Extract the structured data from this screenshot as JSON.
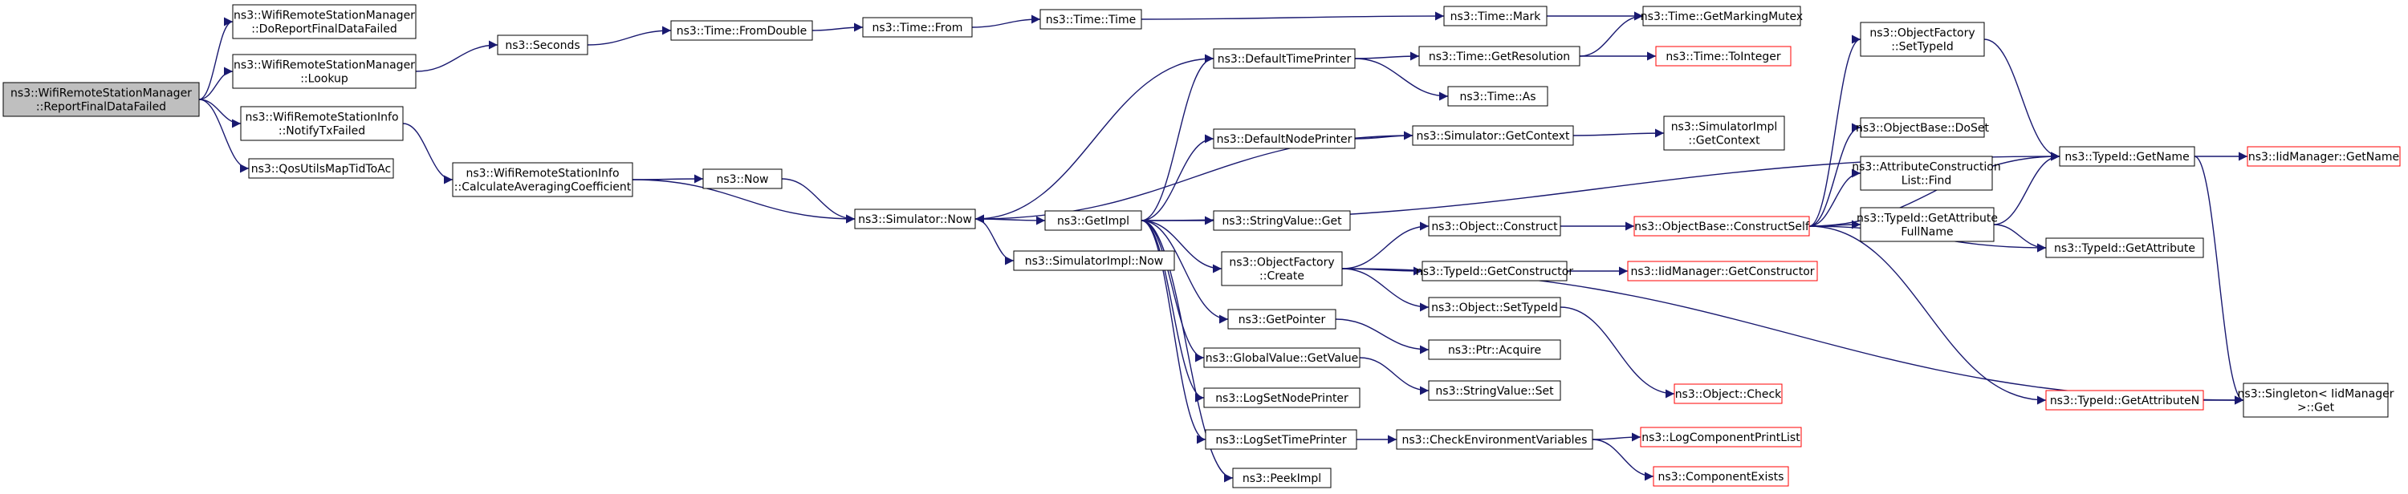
{
  "colors": {
    "edge": "#191970",
    "node_border": "#000000",
    "node_border_truncated": "#ff0000",
    "root_fill": "#bfbfbf",
    "node_fill": "#ffffff",
    "text": "#000000"
  },
  "nodes": {
    "n0": {
      "label": [
        "ns3::WifiRemoteStationManager",
        "::ReportFinalDataFailed"
      ],
      "root": true
    },
    "n1": {
      "label": [
        "ns3::WifiRemoteStationManager",
        "::DoReportFinalDataFailed"
      ]
    },
    "n2": {
      "label": [
        "ns3::WifiRemoteStationManager",
        "::Lookup"
      ]
    },
    "n3": {
      "label": [
        "ns3::WifiRemoteStationInfo",
        "::NotifyTxFailed"
      ]
    },
    "n4": {
      "label": [
        "ns3::QosUtilsMapTidToAc"
      ]
    },
    "n5": {
      "label": [
        "ns3::Seconds"
      ]
    },
    "n6": {
      "label": [
        "ns3::Time::FromDouble"
      ]
    },
    "n7": {
      "label": [
        "ns3::Time::From"
      ]
    },
    "n8": {
      "label": [
        "ns3::Time::Time"
      ]
    },
    "n9": {
      "label": [
        "ns3::Time::Mark"
      ]
    },
    "n10": {
      "label": [
        "ns3::Time::GetMarkingMutex"
      ]
    },
    "n11": {
      "label": [
        "ns3::WifiRemoteStationInfo",
        "::CalculateAveragingCoefficient"
      ]
    },
    "n12": {
      "label": [
        "ns3::Now"
      ]
    },
    "n13": {
      "label": [
        "ns3::Simulator::Now"
      ]
    },
    "n14": {
      "label": [
        "ns3::GetImpl"
      ]
    },
    "n15": {
      "label": [
        "ns3::SimulatorImpl::Now"
      ]
    },
    "n16": {
      "label": [
        "ns3::DefaultTimePrinter"
      ]
    },
    "n17": {
      "label": [
        "ns3::Time::GetResolution"
      ]
    },
    "n18": {
      "label": [
        "ns3::Time::ToInteger"
      ],
      "truncated": true
    },
    "n19": {
      "label": [
        "ns3::Time::As"
      ]
    },
    "n20": {
      "label": [
        "ns3::DefaultNodePrinter"
      ]
    },
    "n21": {
      "label": [
        "ns3::Simulator::GetContext"
      ]
    },
    "n22": {
      "label": [
        "ns3::SimulatorImpl",
        "::GetContext"
      ]
    },
    "n23": {
      "label": [
        "ns3::StringValue::Get"
      ]
    },
    "n24": {
      "label": [
        "ns3::ObjectFactory",
        "::Create"
      ]
    },
    "n25": {
      "label": [
        "ns3::Object::Construct"
      ]
    },
    "n26": {
      "label": [
        "ns3::ObjectBase::ConstructSelf"
      ],
      "truncated": true
    },
    "n27": {
      "label": [
        "ns3::TypeId::GetConstructor"
      ]
    },
    "n28": {
      "label": [
        "ns3::IidManager::GetConstructor"
      ],
      "truncated": true
    },
    "n29": {
      "label": [
        "ns3::Object::SetTypeId"
      ]
    },
    "n30": {
      "label": [
        "ns3::Object::Check"
      ],
      "truncated": true
    },
    "n31": {
      "label": [
        "ns3::GetPointer"
      ]
    },
    "n32": {
      "label": [
        "ns3::Ptr::Acquire"
      ]
    },
    "n33": {
      "label": [
        "ns3::GlobalValue::GetValue"
      ]
    },
    "n34": {
      "label": [
        "ns3::StringValue::Set"
      ]
    },
    "n35": {
      "label": [
        "ns3::LogSetNodePrinter"
      ]
    },
    "n36": {
      "label": [
        "ns3::LogSetTimePrinter"
      ]
    },
    "n37": {
      "label": [
        "ns3::CheckEnvironmentVariables"
      ]
    },
    "n38": {
      "label": [
        "ns3::LogComponentPrintList"
      ],
      "truncated": true
    },
    "n39": {
      "label": [
        "ns3::ComponentExists"
      ],
      "truncated": true
    },
    "n40": {
      "label": [
        "ns3::PeekImpl"
      ]
    },
    "n41": {
      "label": [
        "ns3::ObjectFactory",
        "::SetTypeId"
      ]
    },
    "n42": {
      "label": [
        "ns3::ObjectBase::DoSet"
      ]
    },
    "n43": {
      "label": [
        "ns3::AttributeConstruction",
        "List::Find"
      ]
    },
    "n44": {
      "label": [
        "ns3::TypeId::GetAttribute",
        "FullName"
      ]
    },
    "n45": {
      "label": [
        "ns3::TypeId::GetAttributeN"
      ],
      "truncated": true
    },
    "n46": {
      "label": [
        "ns3::TypeId::GetName"
      ]
    },
    "n47": {
      "label": [
        "ns3::IidManager::GetName"
      ],
      "truncated": true
    },
    "n48": {
      "label": [
        "ns3::TypeId::GetAttribute"
      ]
    },
    "n49": {
      "label": [
        "ns3::Singleton< IidManager",
        " >::Get"
      ]
    }
  },
  "edges": [
    [
      "n0",
      "n1"
    ],
    [
      "n0",
      "n2"
    ],
    [
      "n0",
      "n3"
    ],
    [
      "n0",
      "n4"
    ],
    [
      "n2",
      "n5"
    ],
    [
      "n5",
      "n6"
    ],
    [
      "n6",
      "n7"
    ],
    [
      "n7",
      "n8"
    ],
    [
      "n8",
      "n9"
    ],
    [
      "n9",
      "n10"
    ],
    [
      "n3",
      "n11"
    ],
    [
      "n11",
      "n12"
    ],
    [
      "n11",
      "n13"
    ],
    [
      "n12",
      "n13"
    ],
    [
      "n13",
      "n14"
    ],
    [
      "n13",
      "n15"
    ],
    [
      "n14",
      "n16"
    ],
    [
      "n14",
      "n20"
    ],
    [
      "n14",
      "n23"
    ],
    [
      "n14",
      "n24"
    ],
    [
      "n14",
      "n31"
    ],
    [
      "n14",
      "n33"
    ],
    [
      "n14",
      "n35"
    ],
    [
      "n14",
      "n36"
    ],
    [
      "n14",
      "n40"
    ],
    [
      "n14",
      "n46"
    ],
    [
      "n16",
      "n13"
    ],
    [
      "n16",
      "n17"
    ],
    [
      "n16",
      "n19"
    ],
    [
      "n17",
      "n10"
    ],
    [
      "n17",
      "n18"
    ],
    [
      "n20",
      "n21"
    ],
    [
      "n21",
      "n13"
    ],
    [
      "n21",
      "n22"
    ],
    [
      "n24",
      "n25"
    ],
    [
      "n24",
      "n27"
    ],
    [
      "n24",
      "n29"
    ],
    [
      "n24",
      "n49"
    ],
    [
      "n25",
      "n26"
    ],
    [
      "n26",
      "n41"
    ],
    [
      "n26",
      "n42"
    ],
    [
      "n26",
      "n43"
    ],
    [
      "n26",
      "n44"
    ],
    [
      "n26",
      "n45"
    ],
    [
      "n26",
      "n46"
    ],
    [
      "n26",
      "n48"
    ],
    [
      "n27",
      "n28"
    ],
    [
      "n29",
      "n30"
    ],
    [
      "n31",
      "n32"
    ],
    [
      "n33",
      "n34"
    ],
    [
      "n36",
      "n37"
    ],
    [
      "n37",
      "n38"
    ],
    [
      "n37",
      "n39"
    ],
    [
      "n41",
      "n46"
    ],
    [
      "n44",
      "n46"
    ],
    [
      "n44",
      "n48"
    ],
    [
      "n45",
      "n49"
    ],
    [
      "n46",
      "n47"
    ],
    [
      "n46",
      "n49"
    ]
  ]
}
